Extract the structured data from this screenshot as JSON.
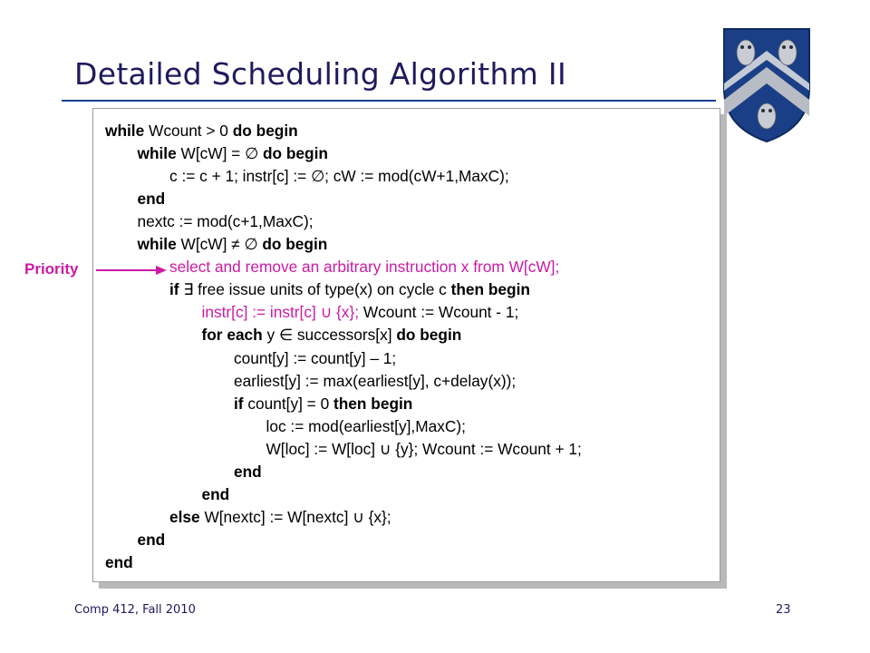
{
  "slide": {
    "title": "Detailed Scheduling Algorithm II",
    "footer_left": "Comp 412, Fall 2010",
    "page_number": "23"
  },
  "annotation": {
    "label": "Priority",
    "color": "#cc1aa3"
  },
  "colors": {
    "title": "#1f1a5c",
    "rule": "#0d3e8c",
    "highlight": "#cc1aa3"
  },
  "code": {
    "lines": [
      {
        "indent": 0,
        "parts": [
          {
            "t": "while",
            "b": true
          },
          {
            "t": " Wcount > 0 "
          },
          {
            "t": "do begin",
            "b": true
          }
        ]
      },
      {
        "indent": 1,
        "parts": [
          {
            "t": "while",
            "b": true
          },
          {
            "t": " W[cW] = ∅ "
          },
          {
            "t": "do begin",
            "b": true
          }
        ]
      },
      {
        "indent": 2,
        "parts": [
          {
            "t": "c := c + 1; instr[c] := ∅; cW := mod(cW+1,MaxC);"
          }
        ]
      },
      {
        "indent": 1,
        "parts": [
          {
            "t": "end",
            "b": true
          }
        ]
      },
      {
        "indent": 1,
        "parts": [
          {
            "t": "nextc := mod(c+1,MaxC);"
          }
        ]
      },
      {
        "indent": 1,
        "parts": [
          {
            "t": "while",
            "b": true
          },
          {
            "t": " W[cW] ≠ ∅ "
          },
          {
            "t": "do begin",
            "b": true
          }
        ]
      },
      {
        "indent": 2,
        "magenta": true,
        "parts": [
          {
            "t": "select and remove an arbitrary instruction x from W[cW];"
          }
        ]
      },
      {
        "indent": 2,
        "parts": [
          {
            "t": "if",
            "b": true
          },
          {
            "t": " ∃ free issue units of type(x) on cycle c "
          },
          {
            "t": "then begin",
            "b": true
          }
        ]
      },
      {
        "indent": 3,
        "parts": [
          {
            "t": "instr[c] := instr[c] ∪ {x};",
            "m": true
          },
          {
            "t": " Wcount := Wcount - 1;"
          }
        ]
      },
      {
        "indent": 3,
        "parts": [
          {
            "t": "for each",
            "b": true
          },
          {
            "t": " y ∈ successors[x] "
          },
          {
            "t": "do begin",
            "b": true
          }
        ]
      },
      {
        "indent": 4,
        "parts": [
          {
            "t": "count[y] := count[y] – 1;"
          }
        ]
      },
      {
        "indent": 4,
        "parts": [
          {
            "t": "earliest[y] := max(earliest[y], c+delay(x));"
          }
        ]
      },
      {
        "indent": 4,
        "parts": [
          {
            "t": "if",
            "b": true
          },
          {
            "t": " count[y] = 0 "
          },
          {
            "t": "then begin",
            "b": true
          }
        ]
      },
      {
        "indent": 5,
        "parts": [
          {
            "t": "loc := mod(earliest[y],MaxC);"
          }
        ]
      },
      {
        "indent": 5,
        "parts": [
          {
            "t": "W[loc] := W[loc] ∪ {y}; Wcount := Wcount + 1;"
          }
        ]
      },
      {
        "indent": 4,
        "parts": [
          {
            "t": "end",
            "b": true
          }
        ]
      },
      {
        "indent": 3,
        "parts": [
          {
            "t": "end",
            "b": true
          }
        ]
      },
      {
        "indent": 2,
        "parts": [
          {
            "t": "else",
            "b": true
          },
          {
            "t": " W[nextc] := W[nextc] ∪ {x};"
          }
        ]
      },
      {
        "indent": 1,
        "parts": [
          {
            "t": "end",
            "b": true
          }
        ]
      },
      {
        "indent": 0,
        "parts": [
          {
            "t": "end",
            "b": true
          }
        ]
      }
    ]
  }
}
